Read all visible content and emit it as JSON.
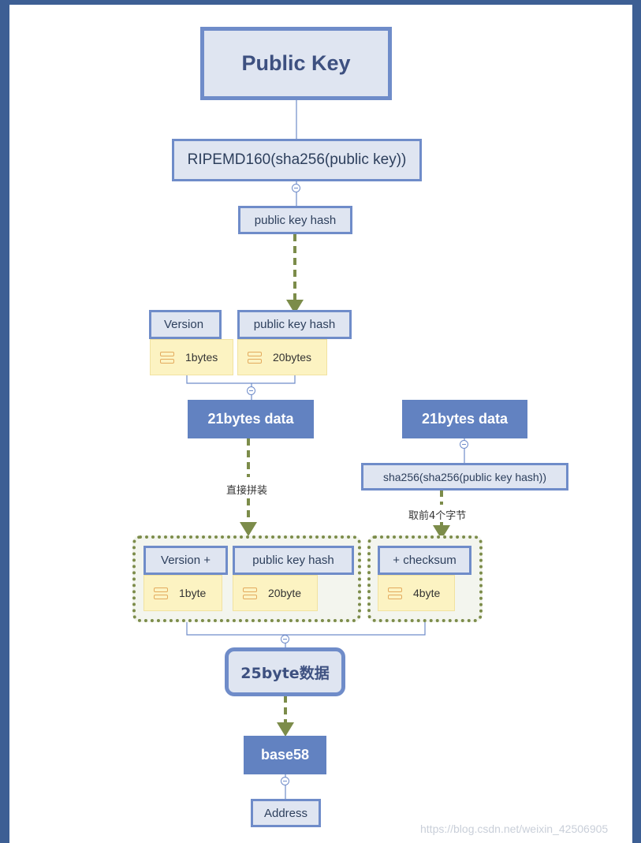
{
  "nodes": {
    "public_key": "Public Key",
    "ripemd": "RIPEMD160(sha256(public key))",
    "pkh_top": "public key hash",
    "version": "Version",
    "pkh_mid": "public key hash",
    "bytes1": "1bytes",
    "bytes20": "20bytes",
    "data21_left": "21bytes data",
    "data21_right": "21bytes data",
    "sha_double": "sha256(sha256(public key hash))",
    "label_concat": "直接拼装",
    "label_take4": "取前4个字节",
    "version_plus": "Version +",
    "pkh_low": "public key hash",
    "checksum": "+ checksum",
    "byte1": "1byte",
    "byte20": "20byte",
    "byte4": "4byte",
    "data25": "25byte数据",
    "base58": "base58",
    "address": "Address"
  },
  "watermark": "https://blog.csdn.net/weixin_42506905",
  "colors": {
    "frame": "#3d5f94",
    "node_border": "#6f8cc9",
    "node_fill": "#dfe5f1",
    "solid_fill": "#6282c1",
    "arrow": "#7c8c4a",
    "byte_fill": "#fcf3c2"
  }
}
